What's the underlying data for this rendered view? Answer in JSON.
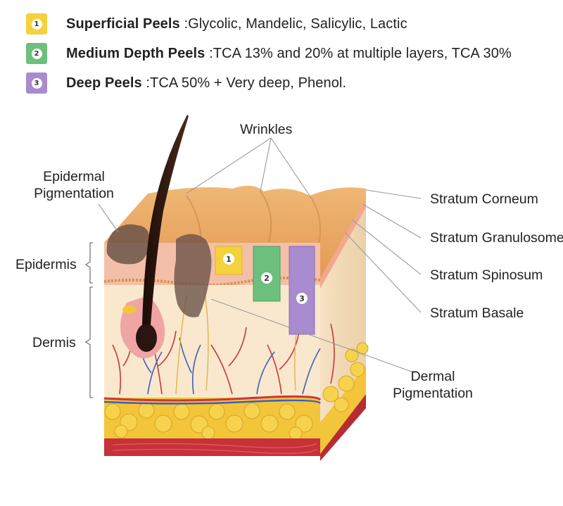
{
  "legend": [
    {
      "number": "1",
      "title": "Superficial Peels",
      "description": " :Glycolic, Mandelic, Salicylic, Lactic",
      "color": "#f5d13d"
    },
    {
      "number": "2",
      "title": "Medium Depth Peels",
      "description": " :TCA 13% and 20% at multiple layers, TCA 30%",
      "color": "#6cbf7c"
    },
    {
      "number": "3",
      "title": "Deep Peels",
      "description": " :TCA 50% + Very deep, Phenol.",
      "color": "#a98bd0"
    }
  ],
  "labels": {
    "wrinkles": "Wrinkles",
    "epidermal_pigmentation_1": "Epidermal",
    "epidermal_pigmentation_2": "Pigmentation",
    "epidermis": "Epidermis",
    "dermis": "Dermis",
    "stratum_corneum": "Stratum Corneum",
    "stratum_granulosome": "Stratum Granulosome",
    "stratum_spinosum": "Stratum Spinosum",
    "stratum_basale": "Stratum Basale",
    "dermal_pigmentation_1": "Dermal",
    "dermal_pigmentation_2": "Pigmentation"
  },
  "markers": [
    {
      "number": "1",
      "color": "#f5d13d"
    },
    {
      "number": "2",
      "color": "#6cbf7c"
    },
    {
      "number": "3",
      "color": "#a98bd0"
    }
  ],
  "colors": {
    "skin_top": "#eca25f",
    "epidermis": "#f3b7a3",
    "dermis": "#f9e8cd",
    "fat": "#f4c93a",
    "muscle": "#c8303a",
    "hair": "#2a1510"
  }
}
